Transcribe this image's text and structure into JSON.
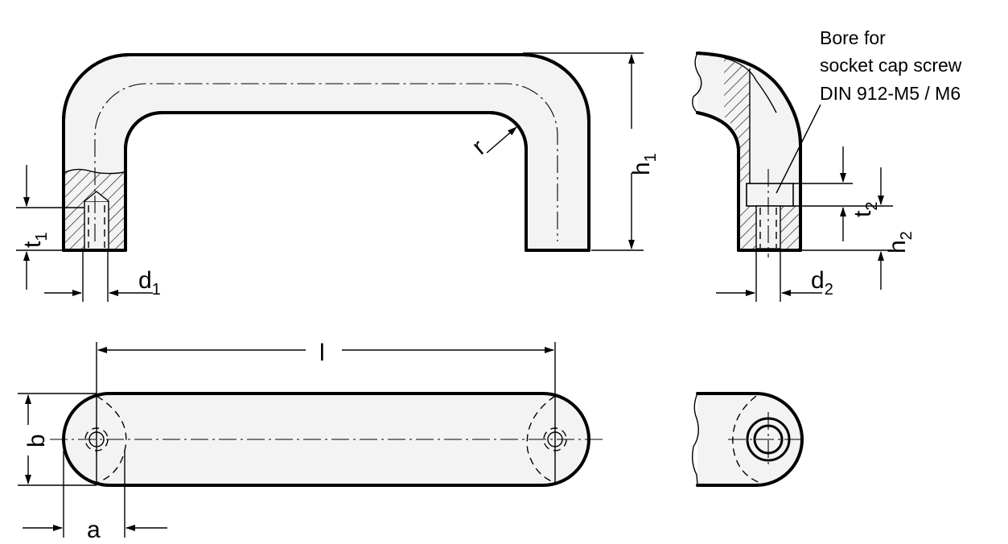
{
  "labels": {
    "t1": {
      "main": "t",
      "sub": "1"
    },
    "d1": {
      "main": "d",
      "sub": "1"
    },
    "r": "r",
    "h1": {
      "main": "h",
      "sub": "1"
    },
    "t2": {
      "main": "t",
      "sub": "2"
    },
    "h2": {
      "main": "h",
      "sub": "2"
    },
    "d2": {
      "main": "d",
      "sub": "2"
    },
    "l": "l",
    "b": "b",
    "a": "a"
  },
  "note": {
    "line1": "Bore for",
    "line2": "socket cap screw",
    "line3": "DIN 912-M5 / M6"
  },
  "colors": {
    "outline": "#000000",
    "fill": "#f3f3f3",
    "background": "#ffffff"
  }
}
